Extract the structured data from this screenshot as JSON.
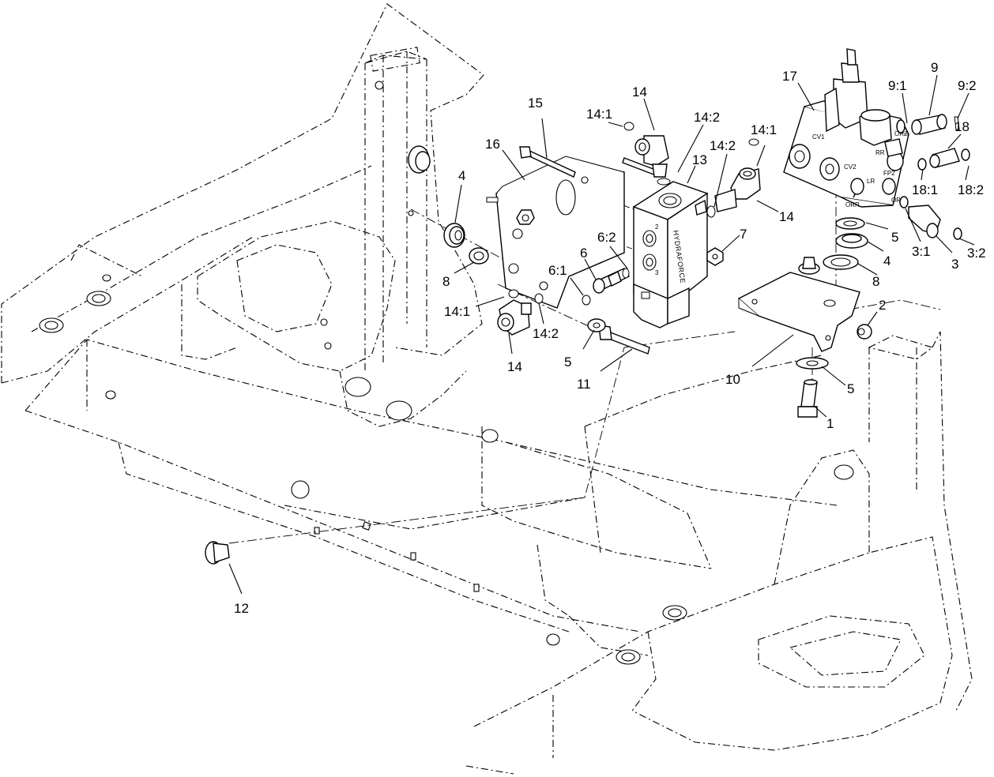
{
  "diagram": {
    "callouts": [
      {
        "id": "c17",
        "text": "17"
      },
      {
        "id": "c9",
        "text": "9"
      },
      {
        "id": "c9_1",
        "text": "9:1"
      },
      {
        "id": "c9_2",
        "text": "9:2"
      },
      {
        "id": "c18",
        "text": "18"
      },
      {
        "id": "c18_1",
        "text": "18:1"
      },
      {
        "id": "c18_2",
        "text": "18:2"
      },
      {
        "id": "c15",
        "text": "15"
      },
      {
        "id": "c16",
        "text": "16"
      },
      {
        "id": "c14_top",
        "text": "14"
      },
      {
        "id": "c14_1_top",
        "text": "14:1"
      },
      {
        "id": "c14_2_top",
        "text": "14:2"
      },
      {
        "id": "c13",
        "text": "13"
      },
      {
        "id": "c14_2_mid",
        "text": "14:2"
      },
      {
        "id": "c14_1_mid",
        "text": "14:1"
      },
      {
        "id": "c14_mid",
        "text": "14"
      },
      {
        "id": "c4_left",
        "text": "4"
      },
      {
        "id": "c8_left",
        "text": "8"
      },
      {
        "id": "c7",
        "text": "7"
      },
      {
        "id": "c6",
        "text": "6"
      },
      {
        "id": "c6_2",
        "text": "6:2"
      },
      {
        "id": "c6_1",
        "text": "6:1"
      },
      {
        "id": "c14_1_low",
        "text": "14:1"
      },
      {
        "id": "c14_2_low",
        "text": "14:2"
      },
      {
        "id": "c14_low",
        "text": "14"
      },
      {
        "id": "c5_left",
        "text": "5"
      },
      {
        "id": "c11",
        "text": "11"
      },
      {
        "id": "c5_right_top",
        "text": "5"
      },
      {
        "id": "c4_right",
        "text": "4"
      },
      {
        "id": "c8_right",
        "text": "8"
      },
      {
        "id": "c3_1",
        "text": "3:1"
      },
      {
        "id": "c3",
        "text": "3"
      },
      {
        "id": "c3_2",
        "text": "3:2"
      },
      {
        "id": "c2",
        "text": "2"
      },
      {
        "id": "c10",
        "text": "10"
      },
      {
        "id": "c5_right_low",
        "text": "5"
      },
      {
        "id": "c1",
        "text": "1"
      },
      {
        "id": "c12",
        "text": "12"
      }
    ],
    "stamps": {
      "block_brand": "HYDRAFORCE",
      "block_port_2": "2",
      "block_port_3": "3",
      "valve_cv1": "CV1",
      "valve_cv2": "CV2",
      "valve_rr": "RR",
      "valve_orr2": "ORZ",
      "valve_lr": "LR",
      "valve_fp2": "FP2",
      "valve_orr": "ORR",
      "valve_orl": "ORL"
    }
  }
}
